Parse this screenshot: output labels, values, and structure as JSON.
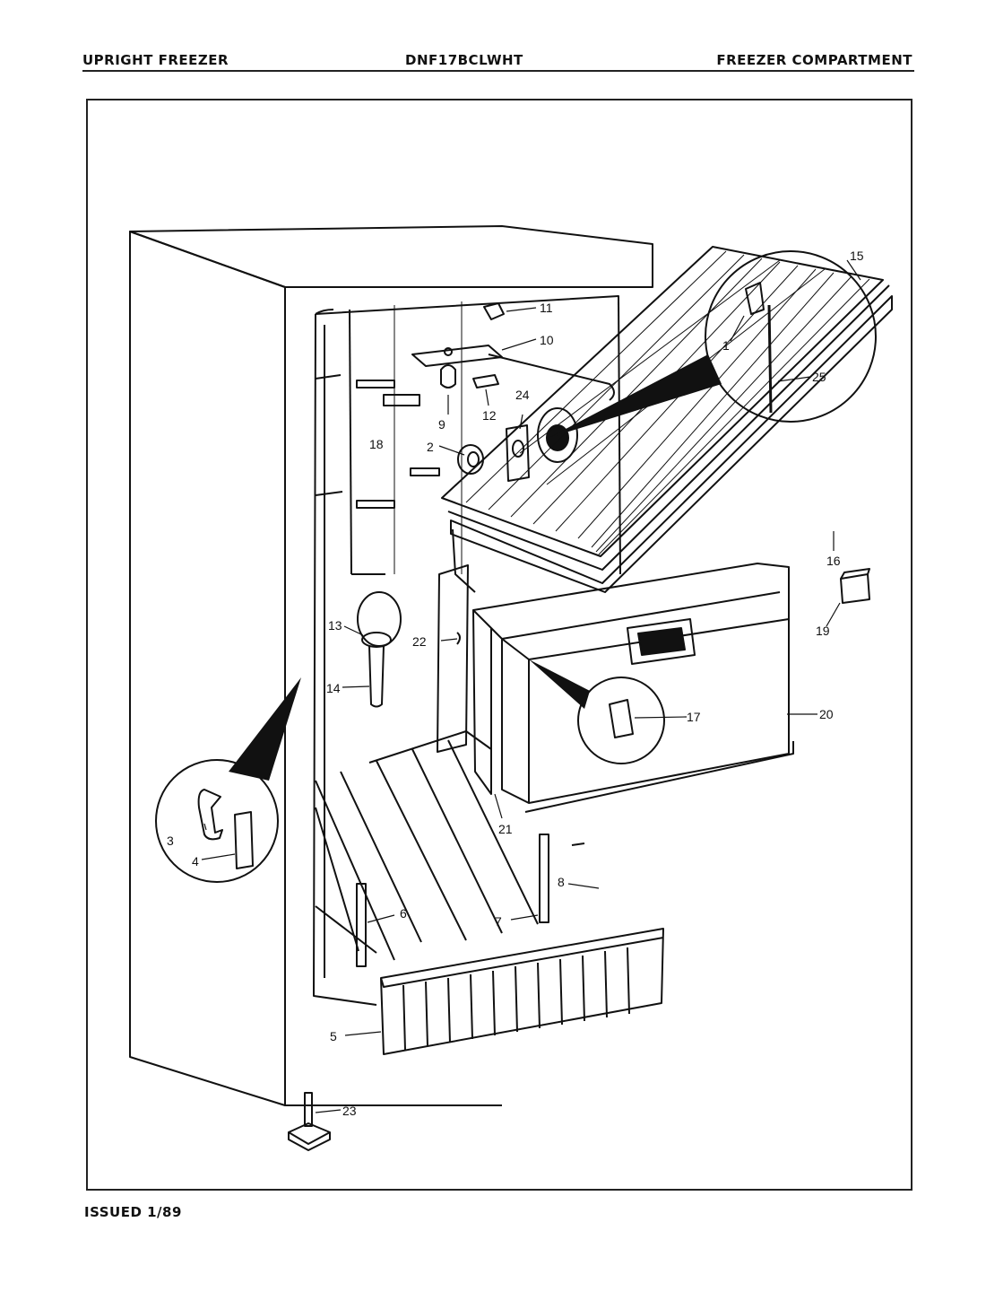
{
  "header": {
    "left": "UPRIGHT FREEZER",
    "center": "DNF17BCLWHT",
    "right": "FREEZER COMPARTMENT"
  },
  "footer": {
    "issued": "ISSUED 1/89"
  },
  "callouts": [
    "1",
    "2",
    "3",
    "4",
    "5",
    "6",
    "7",
    "8",
    "9",
    "10",
    "11",
    "12",
    "13",
    "14",
    "15",
    "16",
    "17",
    "18",
    "19",
    "20",
    "21",
    "22",
    "23",
    "24",
    "25"
  ],
  "colors": {
    "ink": "#111111",
    "paper": "#ffffff",
    "fill": "#111111"
  }
}
